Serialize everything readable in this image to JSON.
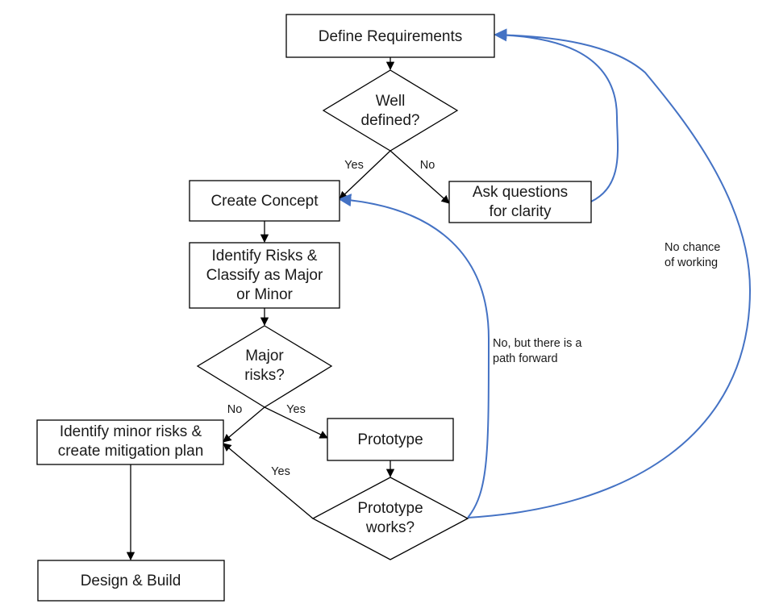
{
  "nodes": {
    "define_requirements": {
      "lines": [
        "Define Requirements"
      ]
    },
    "well_defined": {
      "lines": [
        "Well",
        "defined?"
      ]
    },
    "create_concept": {
      "lines": [
        "Create Concept"
      ]
    },
    "ask_questions": {
      "lines": [
        "Ask questions",
        "for clarity"
      ]
    },
    "identify_risks": {
      "lines": [
        "Identify Risks &",
        "Classify as Major",
        "or Minor"
      ]
    },
    "major_risks": {
      "lines": [
        "Major",
        "risks?"
      ]
    },
    "identify_minor": {
      "lines": [
        "Identify minor risks &",
        "create mitigation plan"
      ]
    },
    "prototype": {
      "lines": [
        "Prototype"
      ]
    },
    "prototype_works": {
      "lines": [
        "Prototype",
        "works?"
      ]
    },
    "design_build": {
      "lines": [
        "Design & Build"
      ]
    }
  },
  "edge_labels": {
    "well_defined_yes": [
      "Yes"
    ],
    "well_defined_no": [
      "No"
    ],
    "major_no": [
      "No"
    ],
    "major_yes": [
      "Yes"
    ],
    "works_yes": [
      "Yes"
    ],
    "path_forward": [
      "No, but there is a",
      "path forward"
    ],
    "no_chance": [
      "No chance",
      "of working"
    ]
  },
  "colors": {
    "box_stroke": "#000000",
    "feedback_arrow": "#4472c4"
  }
}
